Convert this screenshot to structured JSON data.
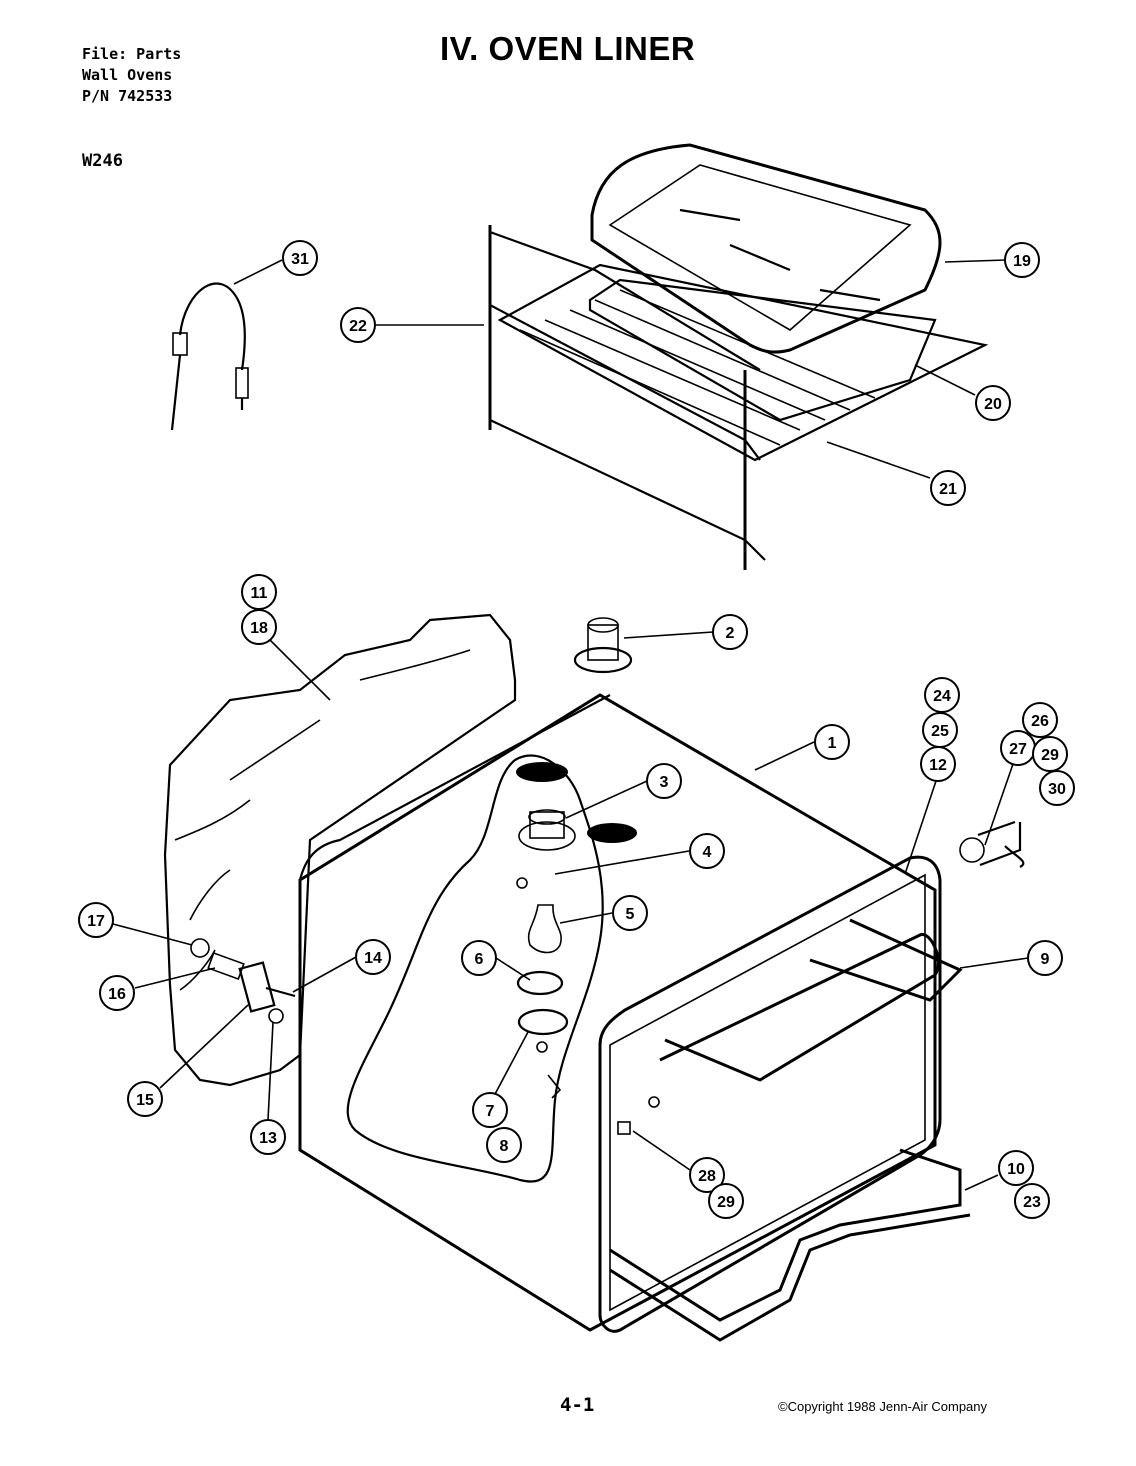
{
  "header": {
    "file_line": "File: Parts",
    "category_line": "Wall Ovens",
    "part_number_line": "P/N 742533",
    "model": "W246"
  },
  "title": "IV. OVEN LINER",
  "footer": {
    "page_number": "4-1",
    "copyright": "©Copyright 1988 Jenn-Air Company"
  },
  "callouts": {
    "c1": "1",
    "c2": "2",
    "c3": "3",
    "c4": "4",
    "c5": "5",
    "c6": "6",
    "c7": "7",
    "c8": "8",
    "c9": "9",
    "c10": "10",
    "c11": "11",
    "c12": "12",
    "c13": "13",
    "c14": "14",
    "c15": "15",
    "c16": "16",
    "c17": "17",
    "c18": "18",
    "c19": "19",
    "c20": "20",
    "c21": "21",
    "c22": "22",
    "c23": "23",
    "c24": "24",
    "c25": "25",
    "c26": "26",
    "c27": "27",
    "c28": "28",
    "c29a": "29",
    "c29b": "29",
    "c30": "30",
    "c31": "31"
  }
}
